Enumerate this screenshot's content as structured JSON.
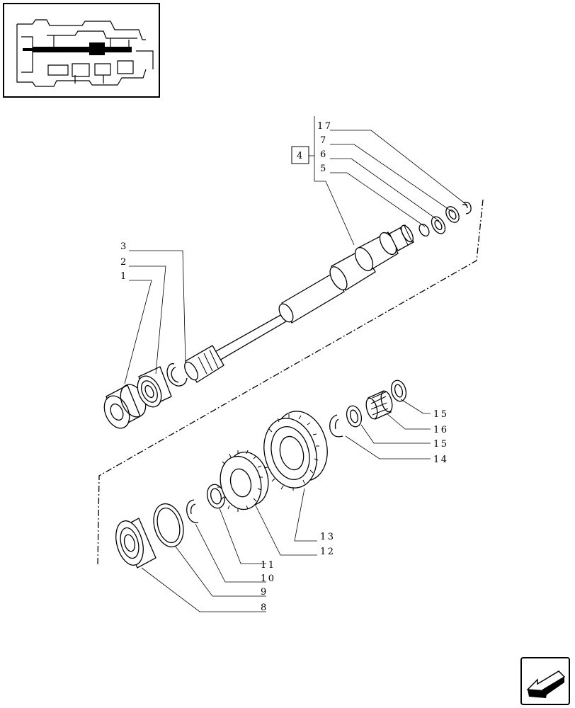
{
  "diagram": {
    "callouts": [
      {
        "id": "c17",
        "text": "17"
      },
      {
        "id": "c7",
        "text": "7"
      },
      {
        "id": "c6",
        "text": "6"
      },
      {
        "id": "c5",
        "text": "5"
      },
      {
        "id": "c4",
        "text": "4"
      },
      {
        "id": "c3",
        "text": "3"
      },
      {
        "id": "c2",
        "text": "2"
      },
      {
        "id": "c1",
        "text": "1"
      },
      {
        "id": "c15a",
        "text": "15"
      },
      {
        "id": "c16",
        "text": "16"
      },
      {
        "id": "c15b",
        "text": "15"
      },
      {
        "id": "c14",
        "text": "14"
      },
      {
        "id": "c13",
        "text": "13"
      },
      {
        "id": "c12",
        "text": "12"
      },
      {
        "id": "c11",
        "text": "11"
      },
      {
        "id": "c10",
        "text": "10"
      },
      {
        "id": "c9",
        "text": "9"
      },
      {
        "id": "c8",
        "text": "8"
      }
    ]
  },
  "nav": {
    "icon": "next-page-arrow-icon"
  }
}
